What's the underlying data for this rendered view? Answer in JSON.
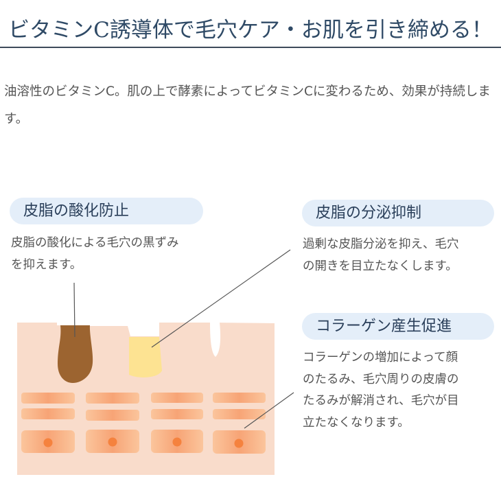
{
  "title": "ビタミンC誘導体で毛穴ケア・お肌を引き締める！",
  "intro": "油溶性のビタミンC。肌の上で酵素によってビタミンCに変わるため、効果が持続します。",
  "features": [
    {
      "label": "皮脂の酸化防止",
      "description": "皮脂の酸化による毛穴の黒ずみ\nを抑えます。"
    },
    {
      "label": "皮脂の分泌抑制",
      "description": "過剰な皮脂分泌を抑え、毛穴\nの開きを目立たなくします。"
    },
    {
      "label": "コラーゲン産生促進",
      "description": "コラーゲンの増加によって顔\nのたるみ、毛穴周りの皮膚の\nたるみが解消され、毛穴が目\n立たなくなります。"
    }
  ],
  "colors": {
    "title": "#2f4a66",
    "pill_bg": "#e4eef9",
    "skin": "#f9dccb",
    "oxidized_sebum": "#9c6430",
    "sebum": "#fde392",
    "cell": "#f7a476"
  }
}
